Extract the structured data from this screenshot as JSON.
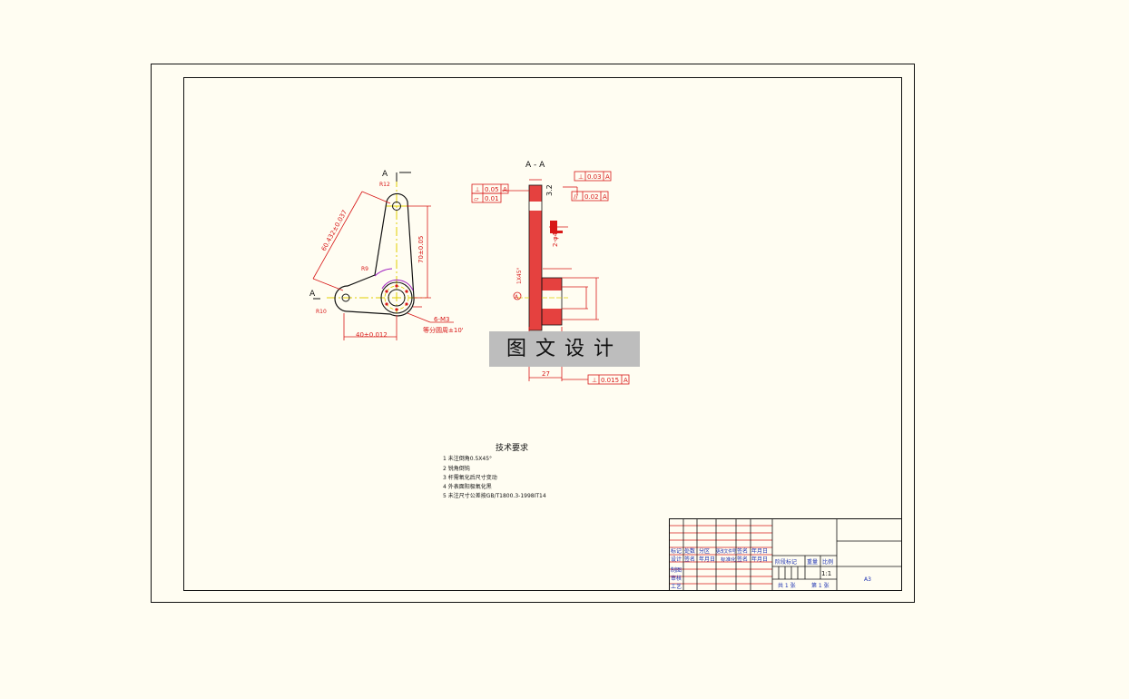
{
  "drawing": {
    "section_label": "A - A",
    "view_arrow_label": "A",
    "colors": {
      "background": "#fffdf2",
      "outline": "#111111",
      "dimension": "#d81818",
      "centerline": "#e0d000",
      "hatch": "#e02020",
      "thread": "#a020c0",
      "title_text": "#1a2fb0"
    }
  },
  "front_view": {
    "dim_pitch": "40±0.012",
    "dim_incline": "60.432±0.037",
    "dim_vertical": "70±0.05",
    "thread": "6-M3",
    "thread_note": "等分圆周±10'",
    "dim_r10": "R10",
    "dim_r12": "R12",
    "dim_r9": "R9"
  },
  "section_view": {
    "fcf_top": [
      "⊥",
      "0.03",
      "A"
    ],
    "fcf_flat": [
      "▱",
      "0.01"
    ],
    "fcf_left": [
      "⊥",
      "0.05",
      "A"
    ],
    "fcf_parallel": [
      "//",
      "0.02",
      "A"
    ],
    "fcf_bottom": [
      "⊥",
      "0.015",
      "A"
    ],
    "dim_bottom": "27",
    "dim_phi4": "2-φ4",
    "datum": "A",
    "chamfer": "1X45°",
    "roughness": "3.2"
  },
  "watermark": "图文设计",
  "tech_requirements": {
    "title": "技术要求",
    "items": [
      "1 未注倒角0.5X45°",
      "2 锐角倒钝",
      "3 杆需氧化后尺寸变动",
      "4 外表面阳极氧化黑",
      "5 未注尺寸公差按GB/T1800.3-1998IT14"
    ]
  },
  "title_block": {
    "row_mark": [
      "标记",
      "处数",
      "分区",
      "更改文件号",
      "签名",
      "年月日"
    ],
    "row_design": [
      "设计",
      "签名",
      "年月日",
      "标准化",
      "签名",
      "年月日"
    ],
    "stage_mark": "阶段标记",
    "weight": "重量",
    "scale": "比例",
    "scale_value": "1:1",
    "draw": "制图",
    "review": "审核",
    "process": "工艺",
    "sheets_total": "共 1 张",
    "sheet_no": "第 1 张",
    "paper": "A3"
  }
}
